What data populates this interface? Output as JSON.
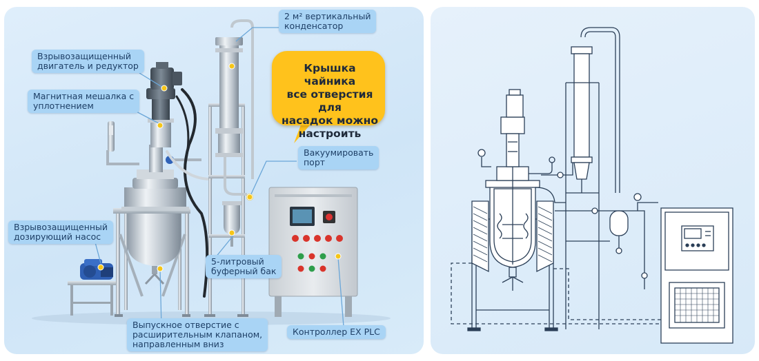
{
  "labels": {
    "condenser": "2 м² вертикальный\nконденсатор",
    "motor": "Взрывозащищенный\nдвигатель и редуктор",
    "stirrer": "Магнитная мешалка с\nуплотнением",
    "lid": "Крышка чайника\nвсе отверстия для\nнасадок можно\nнастроить",
    "vacuum": "Вакуумировать\nпорт",
    "pump": "Взрывозащищенный\nдозирующий насос",
    "buffer": "5-литровый\nбуферный бак",
    "outlet": "Выпускное отверстие с\nрасширительным клапаном,\nнаправленным вниз",
    "controller": "Контроллер EX PLC"
  },
  "colors": {
    "callout_bg": "#a9d4f5",
    "callout_text": "#1e3f66",
    "marker": "#f5c518",
    "bubble": "#ffc21c",
    "leader": "#6aa6d8",
    "steel": "#b9c2ca",
    "line_art": "#2b3f57"
  },
  "icons": [
    "leader-dot-marker",
    "red-push-button",
    "green-push-button",
    "hmi-screen"
  ]
}
